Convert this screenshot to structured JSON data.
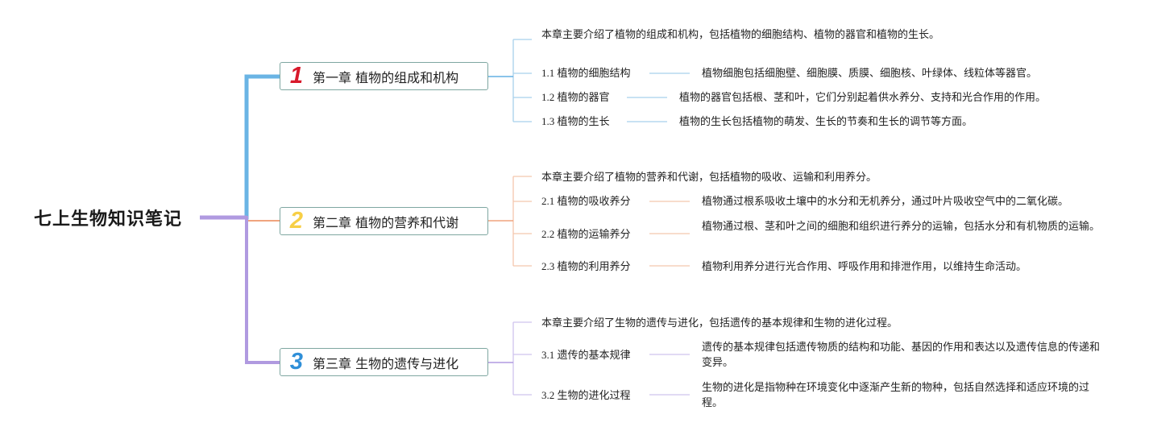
{
  "root": {
    "title": "七上生物知识笔记"
  },
  "chapters": [
    {
      "number": "1",
      "title": "第一章 植物的组成和机构",
      "color": "#6ab4e4",
      "number_color": "#d8192b",
      "summary": "本章主要介绍了植物的组成和机构，包括植物的细胞结构、植物的器官和植物的生长。",
      "sections": [
        {
          "label": "1.1 植物的细胞结构",
          "detail": "植物细胞包括细胞壁、细胞膜、质膜、细胞核、叶绿体、线粒体等器官。"
        },
        {
          "label": "1.2 植物的器官",
          "detail": "植物的器官包括根、茎和叶，它们分别起着供水养分、支持和光合作用的作用。"
        },
        {
          "label": "1.3 植物的生长",
          "detail": "植物的生长包括植物的萌发、生长的节奏和生长的调节等方面。"
        }
      ]
    },
    {
      "number": "2",
      "title": "第二章 植物的营养和代谢",
      "color": "#f0a47e",
      "number_color": "#f7cf46",
      "summary": "本章主要介绍了植物的营养和代谢，包括植物的吸收、运输和利用养分。",
      "sections": [
        {
          "label": "2.1 植物的吸收养分",
          "detail": "植物通过根系吸收土壤中的水分和无机养分，通过叶片吸收空气中的二氧化碳。"
        },
        {
          "label": "2.2 植物的运输养分",
          "detail": "植物通过根、茎和叶之间的细胞和组织进行养分的运输，包括水分和有机物质的运输。"
        },
        {
          "label": "2.3 植物的利用养分",
          "detail": "植物利用养分进行光合作用、呼吸作用和排泄作用，以维持生命活动。"
        }
      ]
    },
    {
      "number": "3",
      "title": "第三章 生物的遗传与进化",
      "color": "#b09ae0",
      "number_color": "#2f8fd8",
      "summary": "本章主要介绍了生物的遗传与进化，包括遗传的基本规律和生物的进化过程。",
      "sections": [
        {
          "label": "3.1 遗传的基本规律",
          "detail": "遗传的基本规律包括遗传物质的结构和功能、基因的作用和表达以及遗传信息的传递和变异。"
        },
        {
          "label": "3.2 生物的进化过程",
          "detail": "生物的进化是指物种在环境变化中逐渐产生新的物种，包括自然选择和适应环境的过程。"
        }
      ]
    }
  ]
}
